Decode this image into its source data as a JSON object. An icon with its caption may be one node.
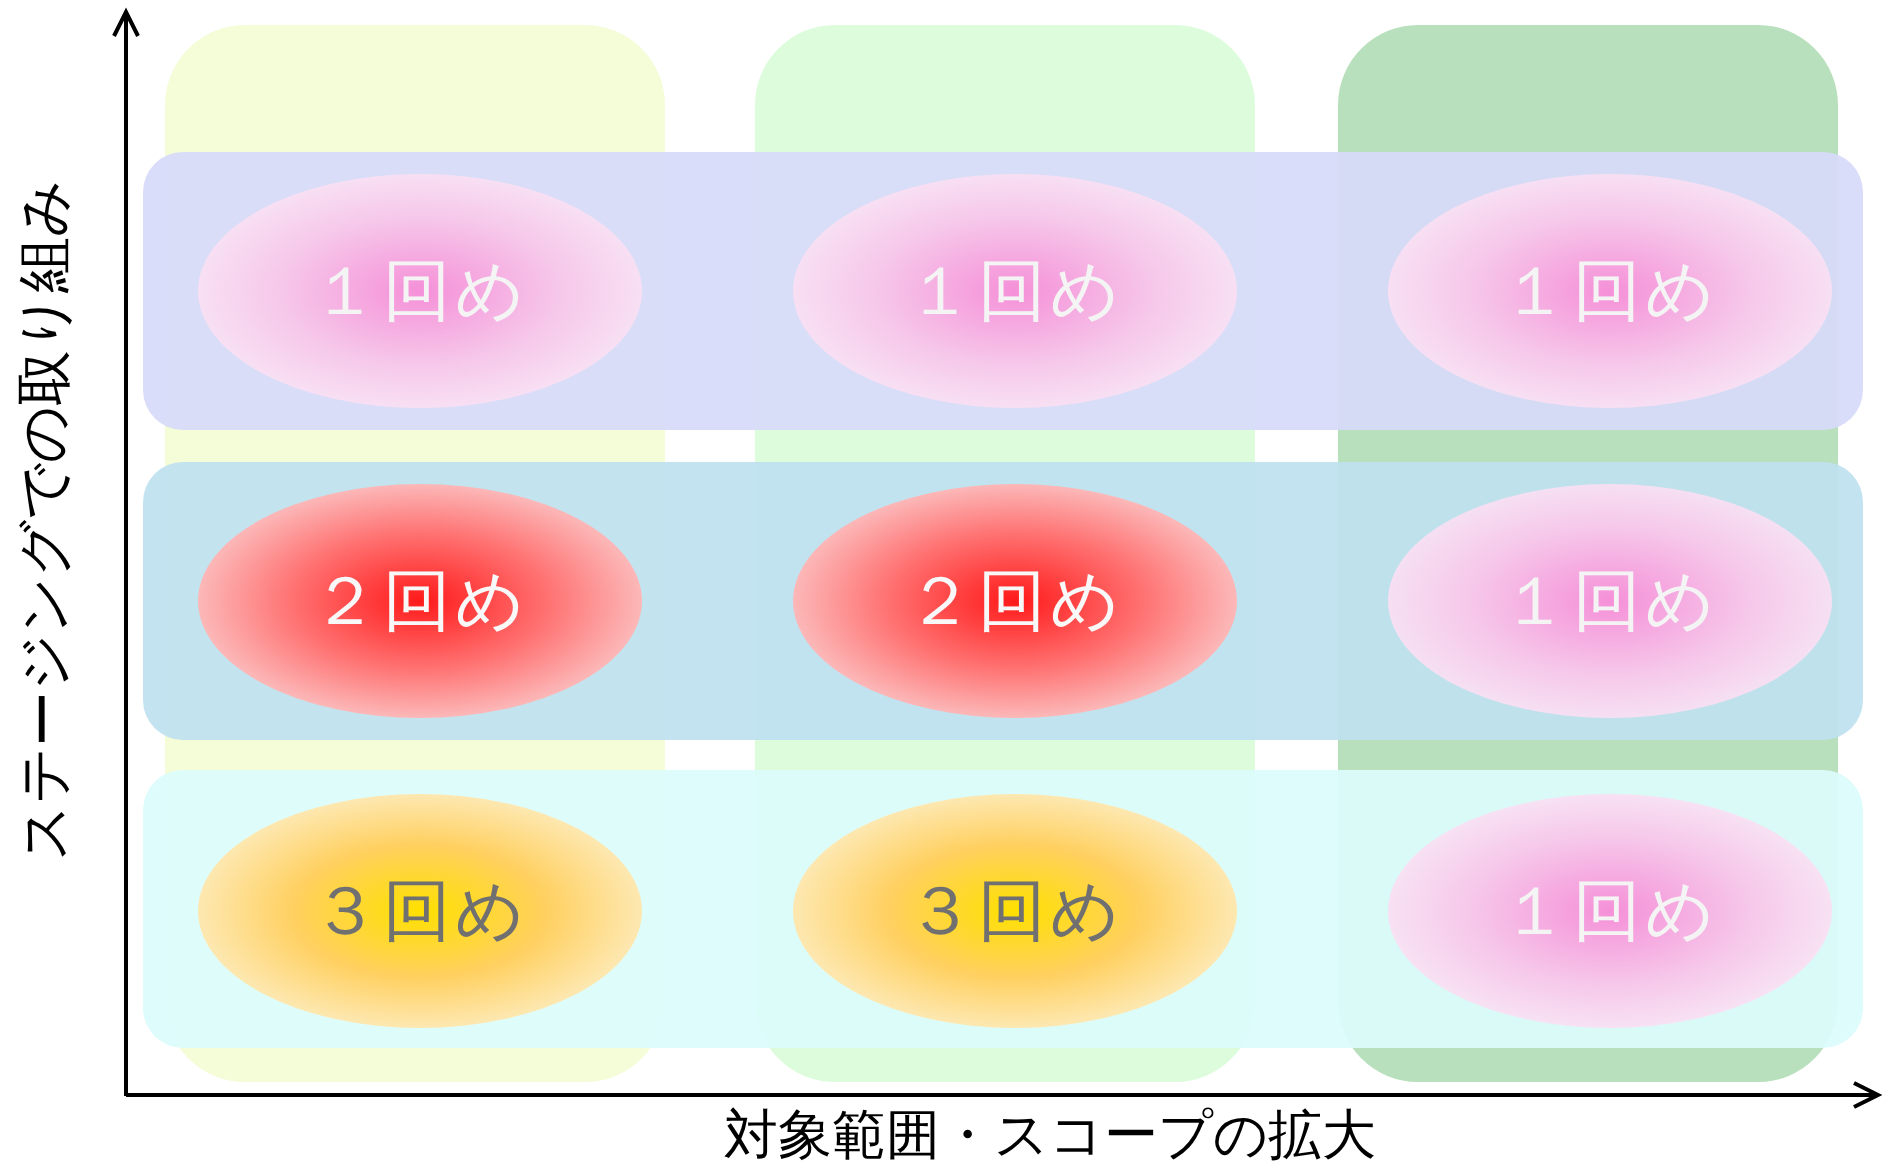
{
  "diagram": {
    "nodes": [
      {
        "text": [
          "１回め"
        ]
      },
      {
        "text": [
          "１回め"
        ]
      },
      {
        "text": [
          "１回め"
        ]
      },
      {
        "text": [
          "２回め"
        ]
      },
      {
        "text": [
          "２回め"
        ]
      },
      {
        "text": [
          "１回め"
        ]
      },
      {
        "text": [
          "３回め"
        ]
      },
      {
        "text": [
          "３回め"
        ]
      },
      {
        "text": [
          "１回め"
        ]
      }
    ],
    "edges": [],
    "labels": [
      "ステージングでの取り組み",
      "対象範囲・スコープの拡大"
    ]
  }
}
